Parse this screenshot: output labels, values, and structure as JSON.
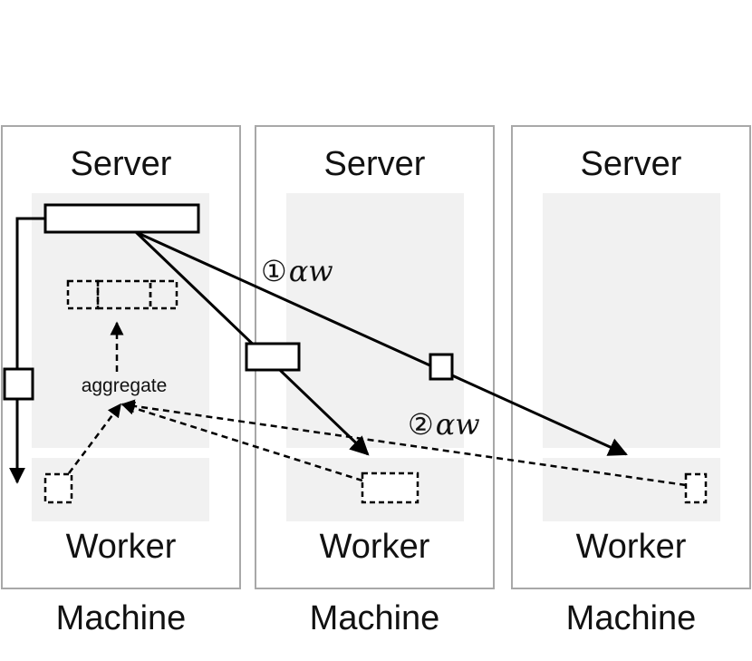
{
  "machines": [
    {
      "server_label": "Server",
      "worker_label": "Worker",
      "machine_label": "Machine"
    },
    {
      "server_label": "Server",
      "worker_label": "Worker",
      "machine_label": "Machine"
    },
    {
      "server_label": "Server",
      "worker_label": "Worker",
      "machine_label": "Machine"
    }
  ],
  "annotations": {
    "aggregate": "aggregate",
    "step1_marker": "①",
    "step1_formula": "αw",
    "step2_marker": "②",
    "step2_formula": "αw"
  },
  "colors": {
    "frame": "#a8a8a8",
    "zone": "#f1f1f1",
    "ink": "#000000"
  }
}
